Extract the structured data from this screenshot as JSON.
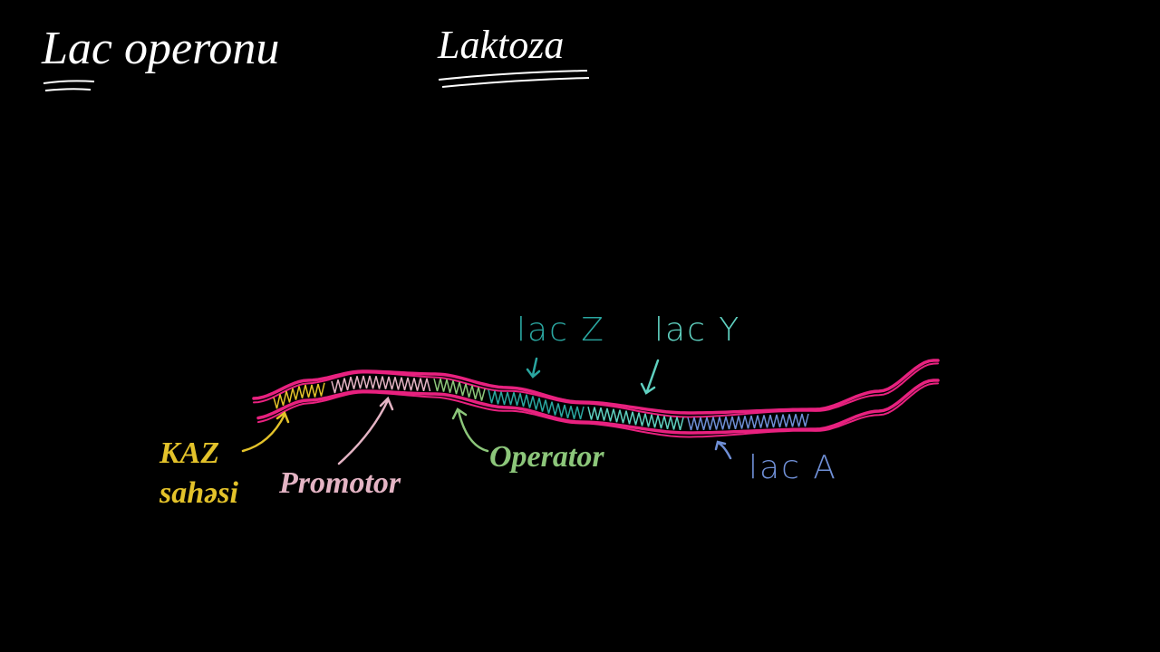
{
  "titles": {
    "main": "Lac operonu",
    "secondary": "Laktoza"
  },
  "labels": {
    "cap_line1": "KAZ",
    "cap_line2": "sahəsi",
    "promoter": "Promotor",
    "operator": "Operator",
    "lacZ": "lac Z",
    "lacY": "lac Y",
    "lacA": "lac A"
  },
  "colors": {
    "dna": "#e8217f",
    "cap": "#e3c22a",
    "promoter": "#e4b4c4",
    "operator": "#8cc67a",
    "lacZ": "#2aa6a0",
    "lacY": "#5fd0c0",
    "lacA": "#6f8fd6",
    "white": "#ffffff"
  }
}
